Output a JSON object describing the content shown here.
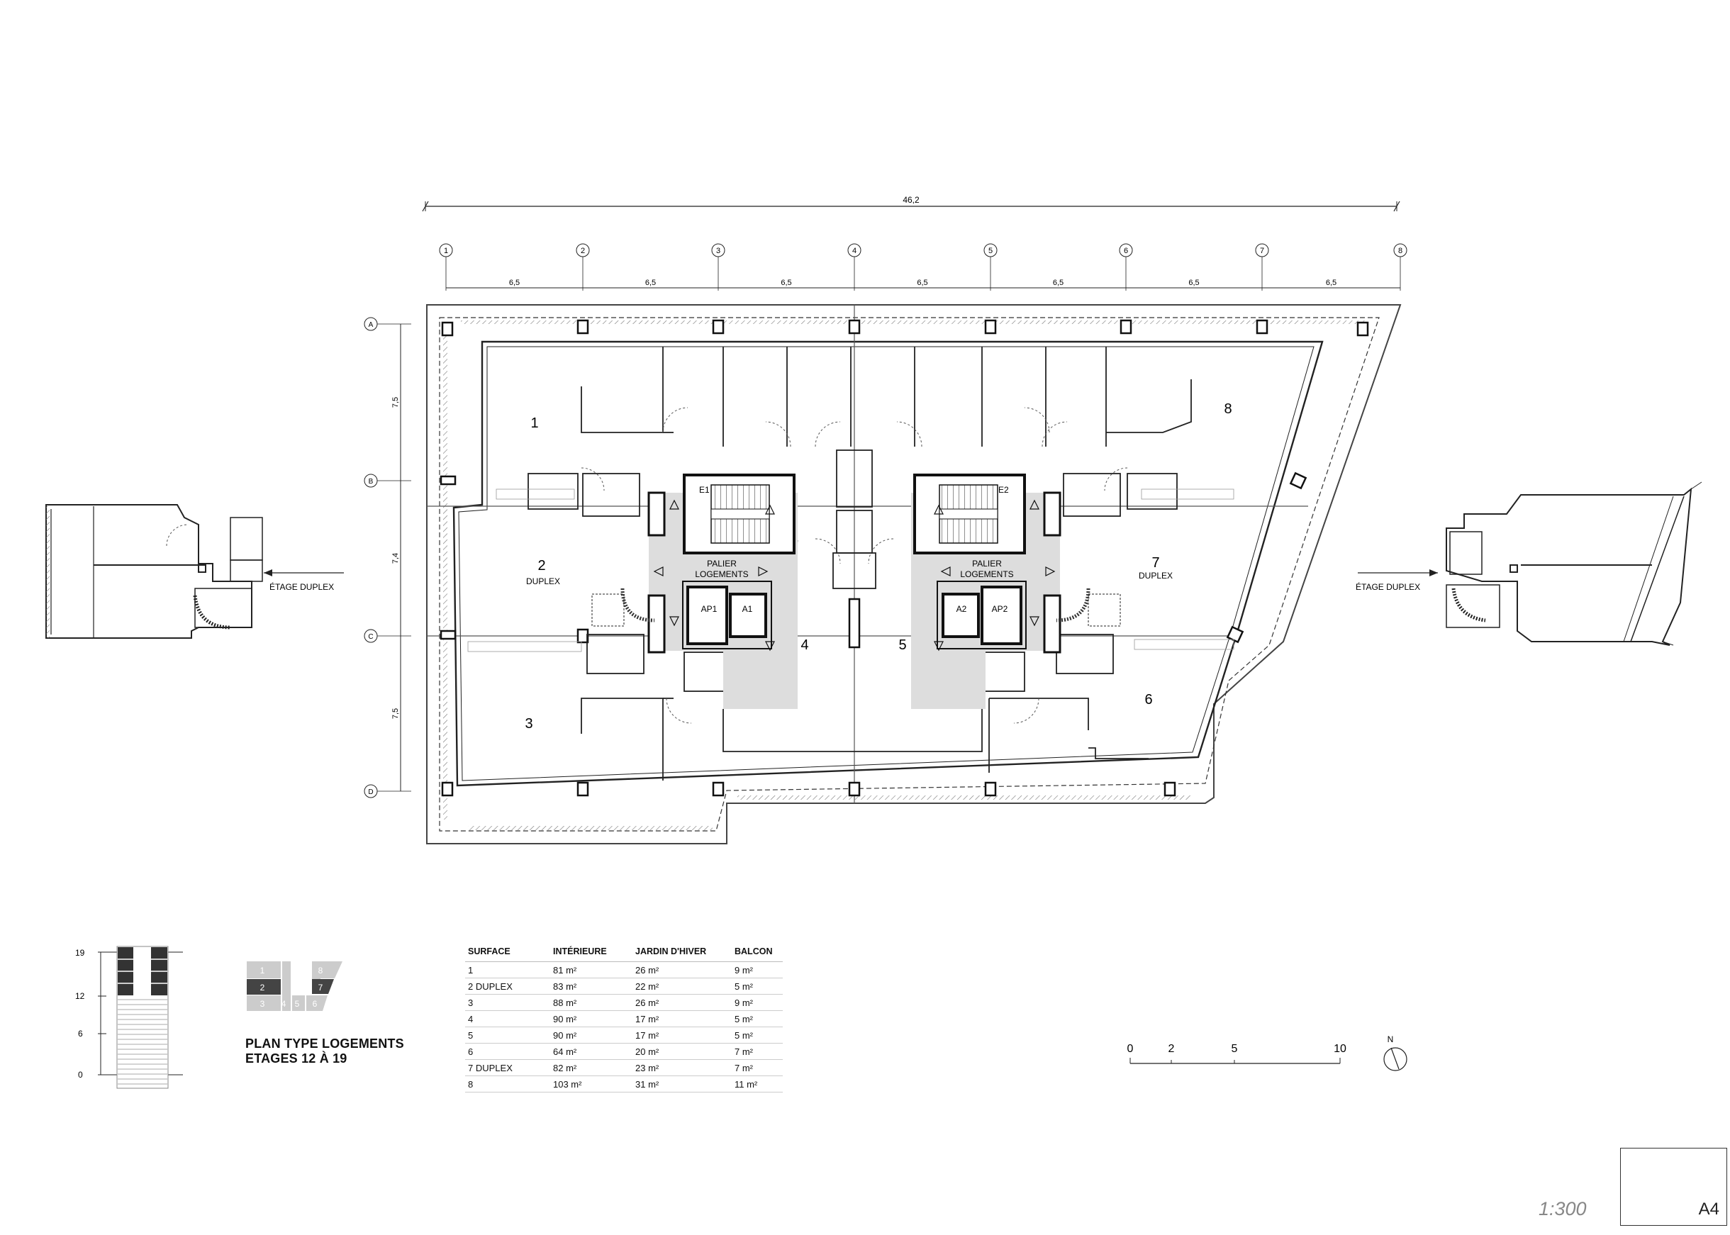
{
  "overall_dimension": "46,2",
  "grid_columns": [
    "1",
    "2",
    "3",
    "4",
    "5",
    "6",
    "7",
    "8"
  ],
  "grid_rows": [
    "A",
    "B",
    "C",
    "D"
  ],
  "bay_spacing": [
    "6,5",
    "6,5",
    "6,5",
    "6,5",
    "6,5",
    "6,5",
    "6,5"
  ],
  "row_spacing": [
    "7,5",
    "7,4",
    "7,5"
  ],
  "units": {
    "u1": "1",
    "u2": "2",
    "u2_sub": "DUPLEX",
    "u3": "3",
    "u4": "4",
    "u5": "5",
    "u6": "6",
    "u7": "7",
    "u7_sub": "DUPLEX",
    "u8": "8"
  },
  "cores": {
    "e1": "E1",
    "e2": "E2",
    "landing_line1": "PALIER",
    "landing_line2": "LOGEMENTS",
    "ap1": "AP1",
    "a1": "A1",
    "a2": "A2",
    "ap2": "AP2"
  },
  "duplex_arrow_left": "ÉTAGE DUPLEX",
  "duplex_arrow_right": "ÉTAGE DUPLEX",
  "floor_levels": [
    "19",
    "12",
    "6",
    "0"
  ],
  "key_plan_units": [
    "1",
    "8",
    "2",
    "7",
    "3",
    "4",
    "5",
    "6"
  ],
  "title": {
    "line1": "PLAN TYPE LOGEMENTS",
    "line2": "ETAGES 12 À 19"
  },
  "surface_table": {
    "headers": [
      "SURFACE",
      "INTÉRIEURE",
      "JARDIN D'HIVER",
      "BALCON"
    ],
    "rows": [
      [
        "1",
        "81 m²",
        "26 m²",
        "9 m²"
      ],
      [
        "2 DUPLEX",
        "83 m²",
        "22 m²",
        "5 m²"
      ],
      [
        "3",
        "88 m²",
        "26 m²",
        "9 m²"
      ],
      [
        "4",
        "90 m²",
        "17 m²",
        "5 m²"
      ],
      [
        "5",
        "90 m²",
        "17 m²",
        "5 m²"
      ],
      [
        "6",
        "64 m²",
        "20 m²",
        "7 m²"
      ],
      [
        "7 DUPLEX",
        "82 m²",
        "23 m²",
        "7 m²"
      ],
      [
        "8",
        "103 m²",
        "31 m²",
        "11 m²"
      ]
    ]
  },
  "scale_bar_labels": [
    "0",
    "2",
    "5",
    "10"
  ],
  "north_label": "N",
  "scale": "1:300",
  "sheet": "A4"
}
